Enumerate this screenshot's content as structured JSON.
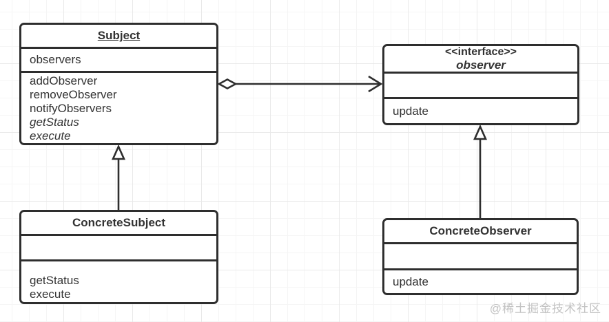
{
  "diagram": {
    "type": "uml-class-diagram",
    "pattern": "Observer"
  },
  "classes": {
    "subject": {
      "name": "Subject",
      "attributes": [
        "observers"
      ],
      "methods": [
        "addObserver",
        "removeObserver",
        "notifyObservers",
        "getStatus",
        "execute"
      ],
      "abstract_methods": [
        "getStatus",
        "execute"
      ]
    },
    "observer_interface": {
      "stereotype": "<<interface>>",
      "name": "observer",
      "attributes": [],
      "methods": [
        "update"
      ]
    },
    "concrete_subject": {
      "name": "ConcreteSubject",
      "attributes": [],
      "methods": [
        "getStatus",
        "execute"
      ]
    },
    "concrete_observer": {
      "name": "ConcreteObserver",
      "attributes": [],
      "methods": [
        "update"
      ]
    }
  },
  "relationships": [
    {
      "from": "Subject",
      "to": "observer",
      "type": "aggregation",
      "arrow": "hollow-diamond to open-arrowhead"
    },
    {
      "from": "ConcreteSubject",
      "to": "Subject",
      "type": "generalization",
      "arrow": "hollow-triangle"
    },
    {
      "from": "ConcreteObserver",
      "to": "observer",
      "type": "generalization",
      "arrow": "hollow-triangle"
    }
  ],
  "watermark": "@稀土掘金技术社区",
  "colors": {
    "stroke": "#2e2e2e",
    "text": "#333333",
    "background": "#ffffff",
    "grid_minor": "#f5f5f5",
    "grid_major": "#e9e9e9",
    "watermark": "#c3c3c3"
  }
}
